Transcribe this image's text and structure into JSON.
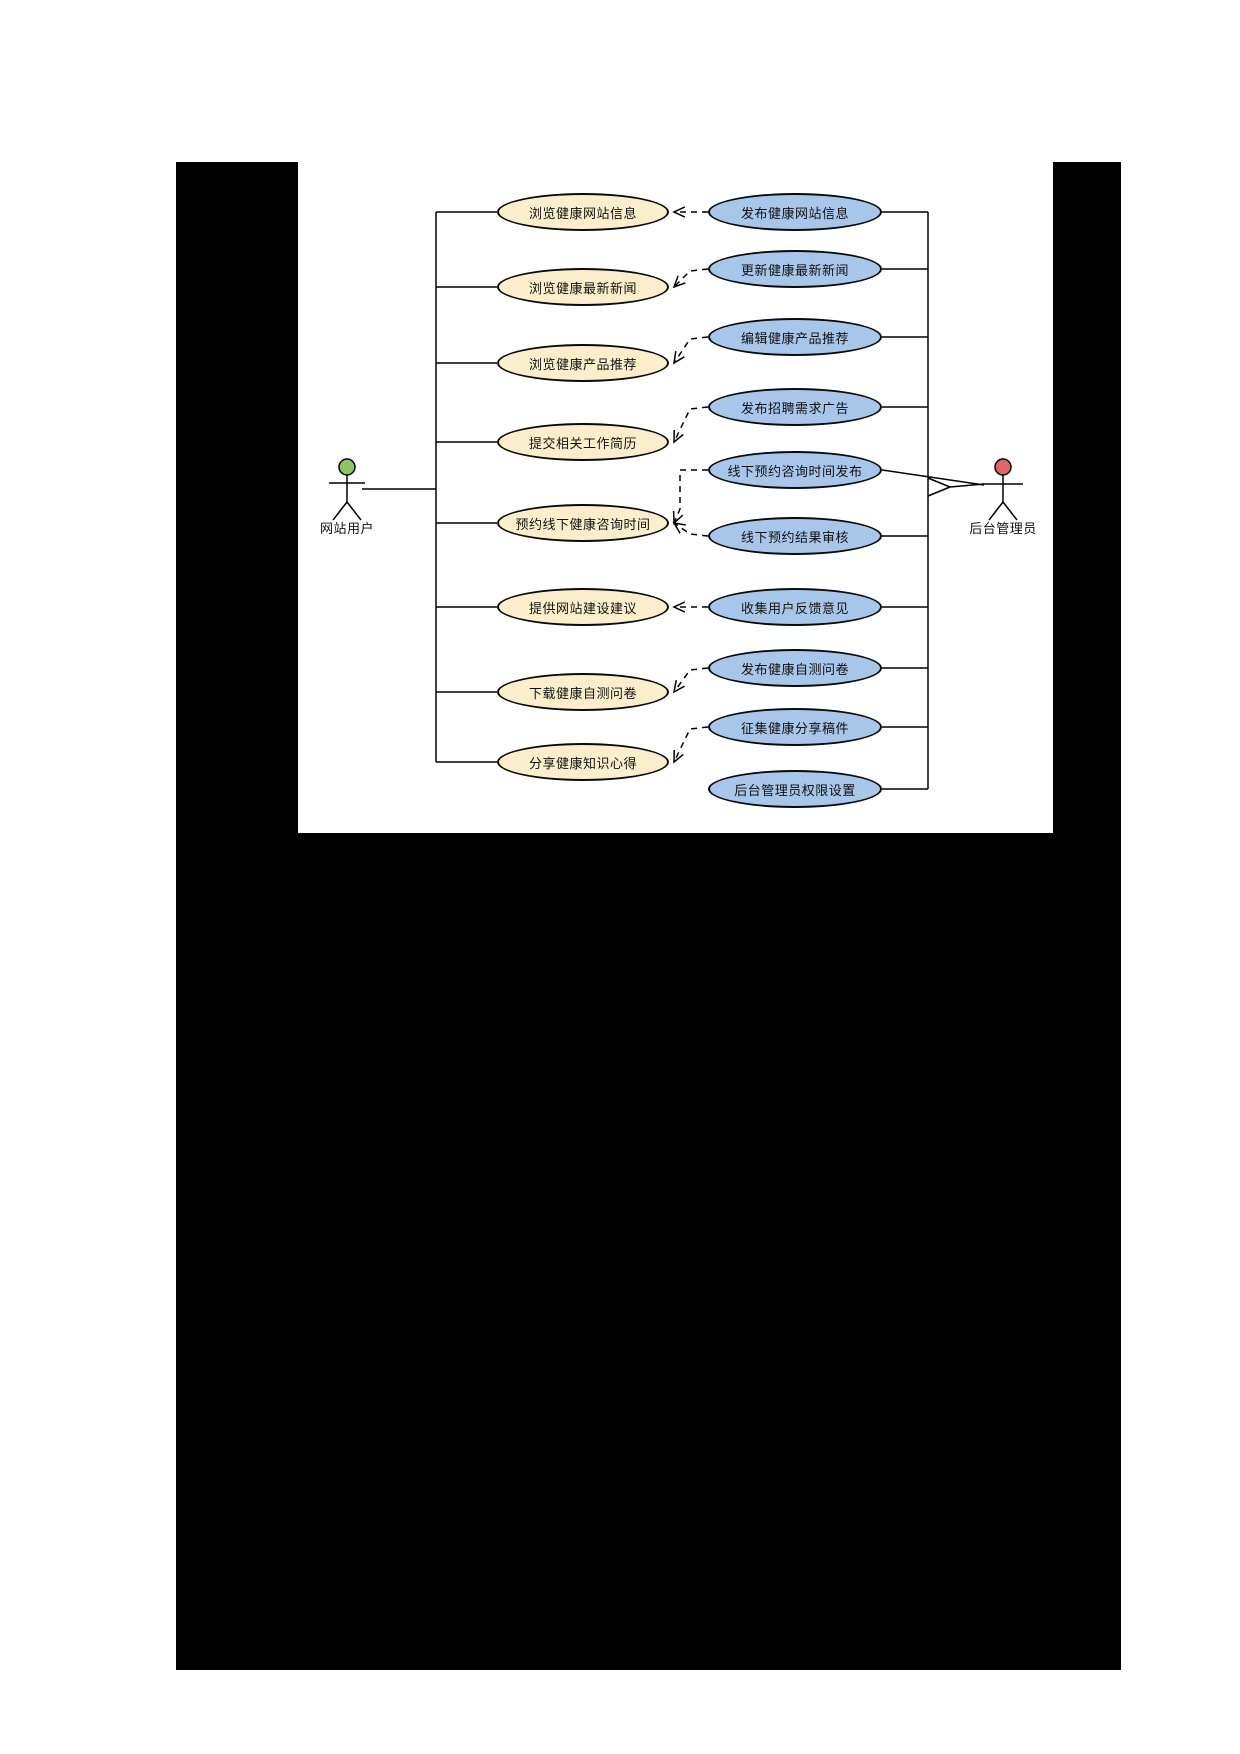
{
  "diagram": {
    "actors": {
      "user": {
        "label": "网站用户",
        "head_color": "#8CC665"
      },
      "admin": {
        "label": "后台管理员",
        "head_color": "#E06468"
      }
    },
    "user_use_cases": [
      {
        "label": "浏览健康网站信息"
      },
      {
        "label": "浏览健康最新新闻"
      },
      {
        "label": "浏览健康产品推荐"
      },
      {
        "label": "提交相关工作简历"
      },
      {
        "label": "预约线下健康咨询时间"
      },
      {
        "label": "提供网站建设建议"
      },
      {
        "label": "下载健康自测问卷"
      },
      {
        "label": "分享健康知识心得"
      }
    ],
    "admin_use_cases": [
      {
        "label": "发布健康网站信息"
      },
      {
        "label": "更新健康最新新闻"
      },
      {
        "label": "编辑健康产品推荐"
      },
      {
        "label": "发布招聘需求广告"
      },
      {
        "label": "线下预约咨询时间发布"
      },
      {
        "label": "线下预约结果审核"
      },
      {
        "label": "收集用户反馈意见"
      },
      {
        "label": "发布健康自测问卷"
      },
      {
        "label": "征集健康分享稿件"
      },
      {
        "label": "后台管理员权限设置"
      }
    ],
    "colors": {
      "user_ellipse_fill": "#FAEECB",
      "admin_ellipse_fill": "#A7C7EA",
      "outline": "#000000",
      "user_actor_head": "#8CC665",
      "admin_actor_head": "#E06468"
    }
  }
}
